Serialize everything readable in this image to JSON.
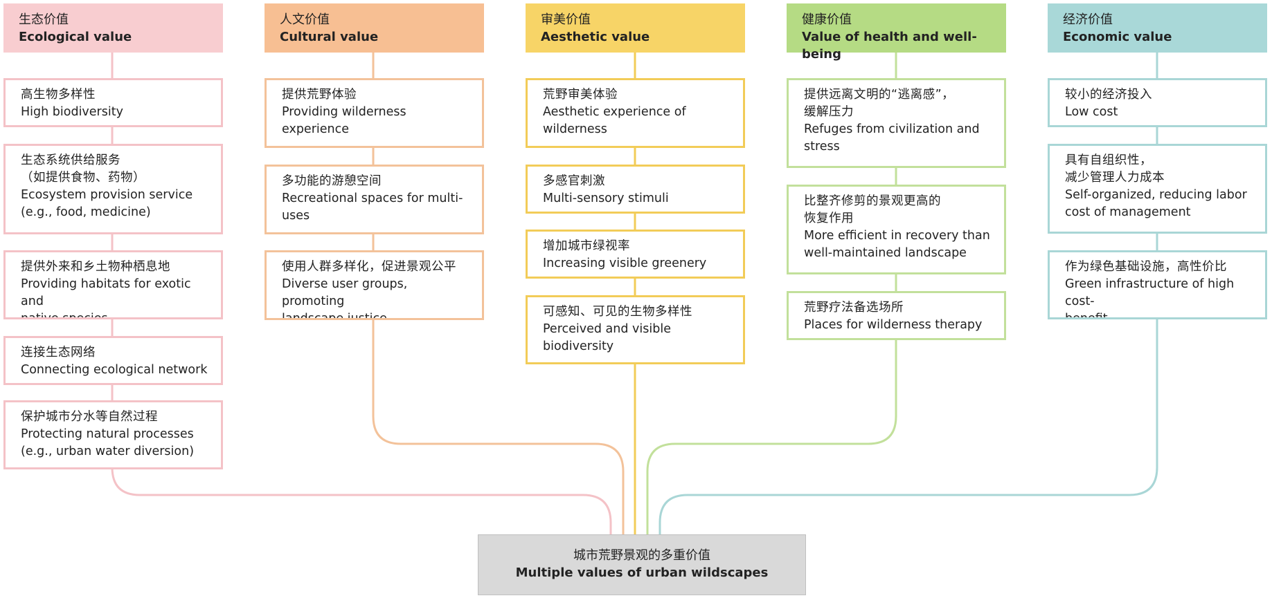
{
  "root": {
    "zh": "城市荒野景观的多重价值",
    "en": "Multiple values of urban wildscapes",
    "fill": "#d9d9d9"
  },
  "columns": [
    {
      "key": "ecological",
      "icon": "leaf-icon",
      "header": {
        "zh": "生态价值",
        "en": "Ecological value"
      },
      "header_color": "#f8cdd0",
      "line_color": "#f4c2c7",
      "items": [
        {
          "zh": "高生物多样性",
          "en": "High biodiversity"
        },
        {
          "zh": "生态系统供给服务|（如提供食物、药物）",
          "en": "Ecosystem provision service|(e.g., food, medicine)"
        },
        {
          "zh": "提供外来和乡土物种栖息地",
          "en": "Providing habitats for exotic and|native species"
        },
        {
          "zh": "连接生态网络",
          "en": "Connecting ecological network"
        },
        {
          "zh": "保护城市分水等自然过程",
          "en": "Protecting natural processes|(e.g., urban water diversion)"
        }
      ]
    },
    {
      "key": "cultural",
      "header": {
        "zh": "人文价值",
        "en": "Cultural value"
      },
      "header_color": "#f7bf93",
      "line_color": "#f3c29a",
      "items": [
        {
          "zh": "提供荒野体验",
          "en": "Providing wilderness|experience"
        },
        {
          "zh": "多功能的游憩空间",
          "en": "Recreational spaces for multi-|uses"
        },
        {
          "zh": "使用人群多样化，促进景观公平",
          "en": "Diverse user groups, promoting|landscape justice"
        }
      ]
    },
    {
      "key": "aesthetic",
      "header": {
        "zh": "审美价值",
        "en": "Aesthetic value"
      },
      "header_color": "#f7d467",
      "line_color": "#f2cc58",
      "items": [
        {
          "zh": "荒野审美体验",
          "en": "Aesthetic experience of|wilderness"
        },
        {
          "zh": "多感官刺激",
          "en": "Multi-sensory stimuli"
        },
        {
          "zh": "增加城市绿视率",
          "en": "Increasing visible greenery"
        },
        {
          "zh": "可感知、可见的生物多样性",
          "en": "Perceived and visible|biodiversity"
        }
      ]
    },
    {
      "key": "health",
      "header": {
        "zh": "健康价值",
        "en": "Value of health and well-being"
      },
      "header_color": "#b5db84",
      "line_color": "#c2e09b",
      "items": [
        {
          "zh": "提供远离文明的“逃离感”，|缓解压力",
          "en": "Refuges from civilization and|stress"
        },
        {
          "zh": "比整齐修剪的景观更高的|恢复作用",
          "en": "More efficient in recovery than|well-maintained landscape"
        },
        {
          "zh": "荒野疗法备选场所",
          "en": "Places for wilderness therapy"
        }
      ]
    },
    {
      "key": "economic",
      "header": {
        "zh": "经济价值",
        "en": "Economic value"
      },
      "header_color": "#a9d8d8",
      "line_color": "#a9d6d6",
      "items": [
        {
          "zh": "较小的经济投入",
          "en": "Low cost"
        },
        {
          "zh": "具有自组织性，|减少管理人力成本",
          "en": "Self-organized, reducing labor|cost of management"
        },
        {
          "zh": "作为绿色基础设施，高性价比",
          "en": "Green infrastructure of high cost-|benefit"
        }
      ]
    }
  ]
}
